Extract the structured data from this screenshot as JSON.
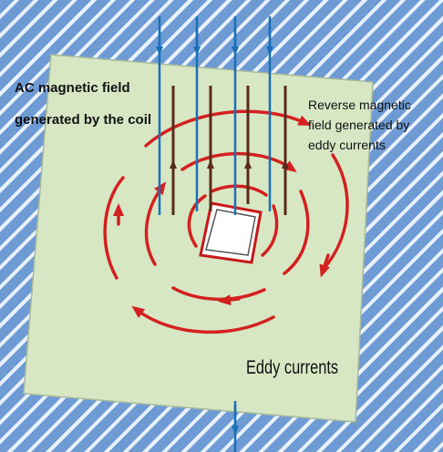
{
  "labels": {
    "ac_field": [
      "AC magnetic field",
      "generated by the coil"
    ],
    "reverse_field": [
      "Reverse magnetic",
      "field generated by",
      "eddy currents"
    ],
    "eddy_currents": "Eddy currents"
  },
  "colors": {
    "plate": "#d7e7c4",
    "coil_field": "#1a70b8",
    "reverse_field": "#5a2a1a",
    "eddy_current": "#d42020",
    "defect_border": "#c81818"
  }
}
